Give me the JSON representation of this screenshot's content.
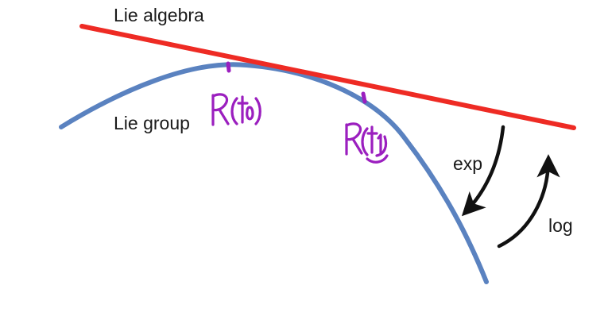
{
  "labels": {
    "algebra": "Lie algebra",
    "group": "Lie group",
    "exp": "exp",
    "log": "log"
  },
  "handwritten": {
    "point_0": "R(t₀)",
    "point_1": "R(t₁)"
  },
  "colors": {
    "tangent_line": "#ee2b24",
    "group_curve": "#5a82c0",
    "arrows": "#111111",
    "handwriting": "#9b1fbf"
  },
  "icons": {
    "exp_arrow": "curved-arrow-down-left-icon",
    "log_arrow": "curved-arrow-up-right-icon"
  }
}
